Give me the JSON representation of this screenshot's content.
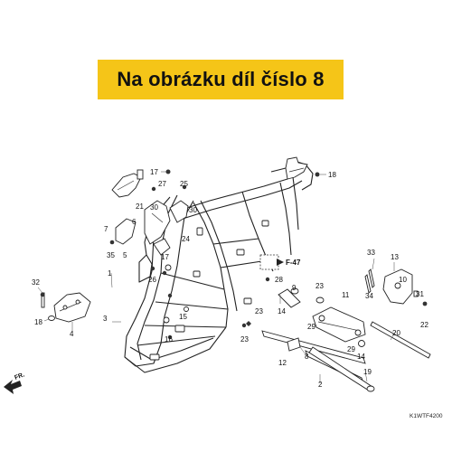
{
  "banner": {
    "text": "Na obrázku díl číslo 8",
    "color": "#f5c518"
  },
  "direction_marker": {
    "text": "FR.",
    "icon": "arrow-left-icon"
  },
  "reference": {
    "text": "F-47",
    "icon": "arrow-right-icon"
  },
  "diagram_code": "K1WTF4200",
  "callouts": [
    {
      "id": "c1",
      "text": "1"
    },
    {
      "id": "c2",
      "text": "2"
    },
    {
      "id": "c3",
      "text": "3"
    },
    {
      "id": "c4",
      "text": "4"
    },
    {
      "id": "c5",
      "text": "5"
    },
    {
      "id": "c6",
      "text": "6"
    },
    {
      "id": "c7",
      "text": "7"
    },
    {
      "id": "c8",
      "text": "8"
    },
    {
      "id": "c9",
      "text": "9"
    },
    {
      "id": "c10",
      "text": "10"
    },
    {
      "id": "c11",
      "text": "11"
    },
    {
      "id": "c12",
      "text": "12"
    },
    {
      "id": "c13",
      "text": "13"
    },
    {
      "id": "c14a",
      "text": "14"
    },
    {
      "id": "c14b",
      "text": "14"
    },
    {
      "id": "c15",
      "text": "15"
    },
    {
      "id": "c16",
      "text": "16"
    },
    {
      "id": "c17a",
      "text": "17"
    },
    {
      "id": "c17b",
      "text": "17"
    },
    {
      "id": "c18a",
      "text": "18"
    },
    {
      "id": "c18b",
      "text": "18"
    },
    {
      "id": "c19",
      "text": "19"
    },
    {
      "id": "c20",
      "text": "20"
    },
    {
      "id": "c21",
      "text": "21"
    },
    {
      "id": "c22",
      "text": "22"
    },
    {
      "id": "c23a",
      "text": "23"
    },
    {
      "id": "c23b",
      "text": "23"
    },
    {
      "id": "c23c",
      "text": "23"
    },
    {
      "id": "c24",
      "text": "24"
    },
    {
      "id": "c25",
      "text": "25"
    },
    {
      "id": "c26",
      "text": "26"
    },
    {
      "id": "c27",
      "text": "27"
    },
    {
      "id": "c28",
      "text": "28"
    },
    {
      "id": "c29a",
      "text": "29"
    },
    {
      "id": "c29b",
      "text": "29"
    },
    {
      "id": "c30a",
      "text": "30"
    },
    {
      "id": "c30b",
      "text": "30"
    },
    {
      "id": "c31",
      "text": "31"
    },
    {
      "id": "c32",
      "text": "32"
    },
    {
      "id": "c33",
      "text": "33"
    },
    {
      "id": "c34",
      "text": "34"
    },
    {
      "id": "c35",
      "text": "35"
    }
  ]
}
